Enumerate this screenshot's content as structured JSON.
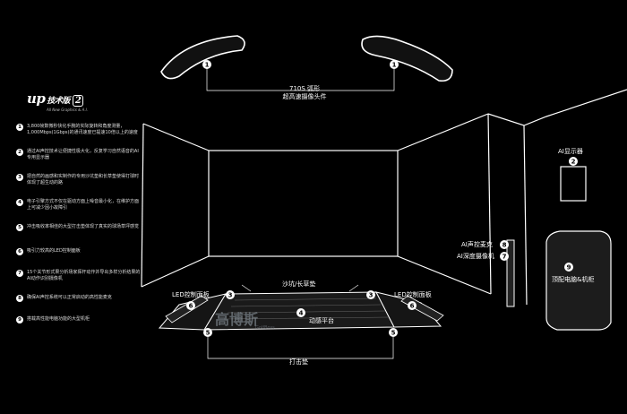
{
  "brand": {
    "logo_text": "up",
    "logo_sub": "技术版",
    "logo_num": "2",
    "tagline": "All New Graphics & A.I."
  },
  "labels": {
    "camera": "710S 弧形",
    "camera_sub": "超高速摄像头件",
    "ai_display": "AI显示器",
    "ai_mic": "AI声控麦克",
    "ai_depth_cam": "AI深度摄像机",
    "pc_cabinet": "顶配电脑&机柜",
    "fairway": "沙坑/长草垫",
    "led_left": "LED控制面板",
    "led_right": "LED控制面板",
    "motion_platform": "动感平台",
    "hitting_mat": "打击垫"
  },
  "features": [
    {
      "num": "1",
      "text": "3,800帧数微秒快化手腕的实际旋转和角度测量，1,000Mbps(1Gbps)的通讯速度已提速10倍以上的速度"
    },
    {
      "num": "2",
      "text": "通过AI声控技术让便捷性极大化，反复学习自然语音的AI专用显示器"
    },
    {
      "num": "3",
      "text": "把自然的画感和实制作的专用沙坑垫和长草垫使得打球时体现了超生动的路"
    },
    {
      "num": "4",
      "text": "电子引擎方式不仅在驱动方面上噪音最小化，在维护方面上可减少因小故障引"
    },
    {
      "num": "5",
      "text": "冲击吸收率相佳的大型打击垫体现了真实的球场草坪感觉"
    },
    {
      "num": "6",
      "text": "吸引力较高的LED控制面板"
    },
    {
      "num": "7",
      "text": "15个关节形式果分析场家挥杆动作并导出多样分析结果的AI动作识别摄像机"
    },
    {
      "num": "8",
      "text": "确保AI声控系统可以正常启动的高性能麦克"
    },
    {
      "num": "9",
      "text": "搭载高性能电脑功能的大型机柜"
    }
  ],
  "markers": {
    "m1": "1",
    "m2": "2",
    "m3": "3",
    "m4": "4",
    "m5": "5",
    "m6": "6",
    "m7": "7",
    "m8": "8",
    "m9": "9"
  },
  "watermark": {
    "cn": "高博斯",
    "en": "GolfBoss"
  }
}
